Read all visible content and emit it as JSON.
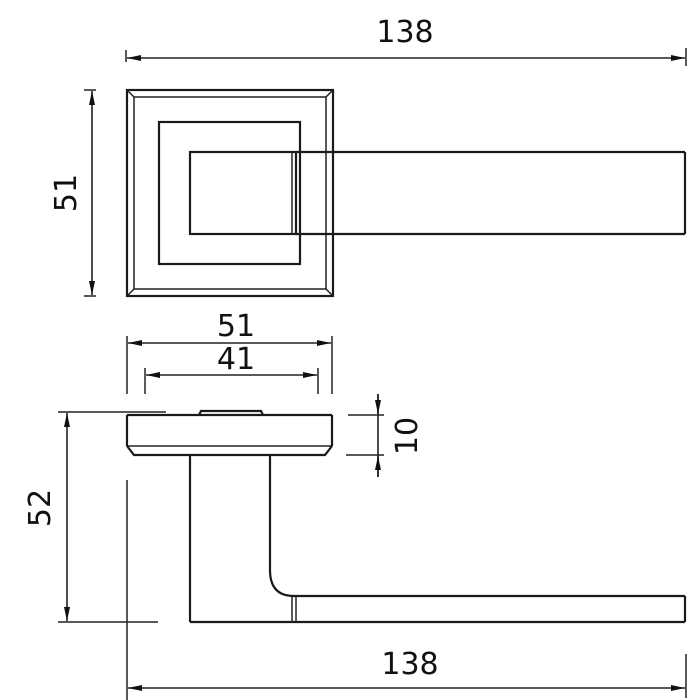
{
  "drawing": {
    "subject": "door handle on square rose",
    "views": [
      "top view",
      "side view"
    ]
  },
  "dimensions": {
    "top_overall_length": "138",
    "rose_height": "51",
    "rose_width": "51",
    "inner_width": "41",
    "rose_thickness": "10",
    "handle_projection": "52",
    "bottom_overall_length": "138"
  },
  "colors": {
    "line": "#1a1a1a",
    "background": "#ffffff"
  }
}
